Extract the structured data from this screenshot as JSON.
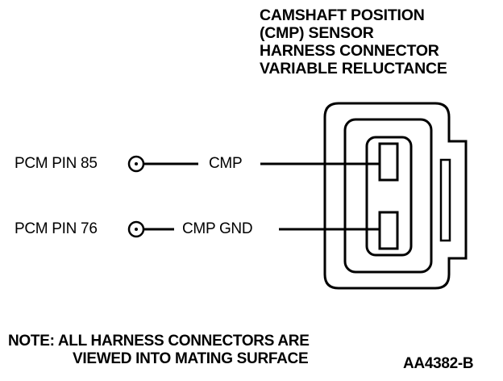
{
  "title_lines": [
    "CAMSHAFT POSITION",
    "(CMP) SENSOR",
    "HARNESS CONNECTOR",
    "VARIABLE RELUCTANCE"
  ],
  "pins": [
    {
      "pin_label": "PCM PIN 85",
      "circuit_label": "CMP"
    },
    {
      "pin_label": "PCM PIN 76",
      "circuit_label": "CMP GND"
    }
  ],
  "note_lines": [
    "NOTE: ALL HARNESS CONNECTORS ARE",
    "VIEWED INTO MATING SURFACE"
  ],
  "figure_code": "AA4382-B"
}
